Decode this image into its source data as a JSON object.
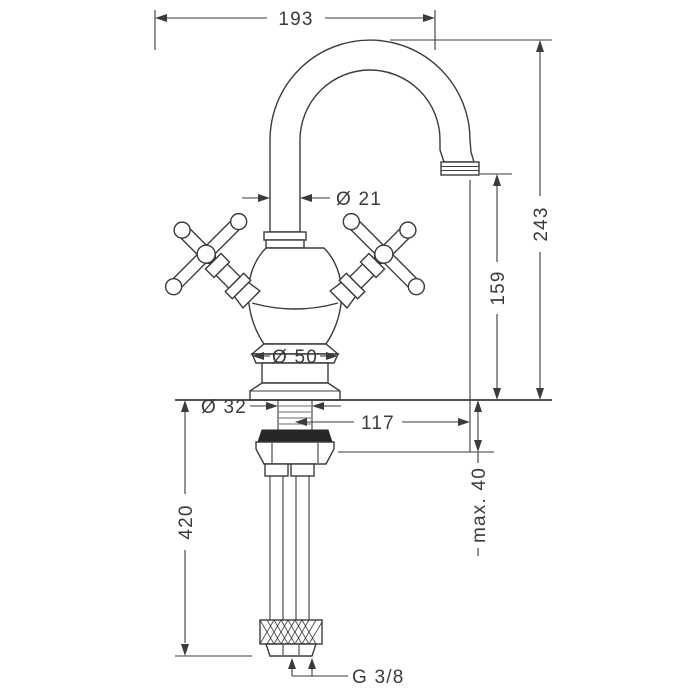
{
  "drawing": {
    "type": "technical-dimension-drawing",
    "subject": "two-handle basin mixer faucet",
    "background_color": "#ffffff",
    "line_color": "#3b3b3b",
    "dimensions": {
      "width_top": "193",
      "height_total": "243",
      "height_outlet": "159",
      "spout_diameter": "Ø 21",
      "base_diameter": "Ø 50",
      "shank_diameter": "Ø 32",
      "reach": "117",
      "max_deck_thickness": "max. 40",
      "hose_length": "420",
      "connection_thread": "G 3/8"
    }
  }
}
